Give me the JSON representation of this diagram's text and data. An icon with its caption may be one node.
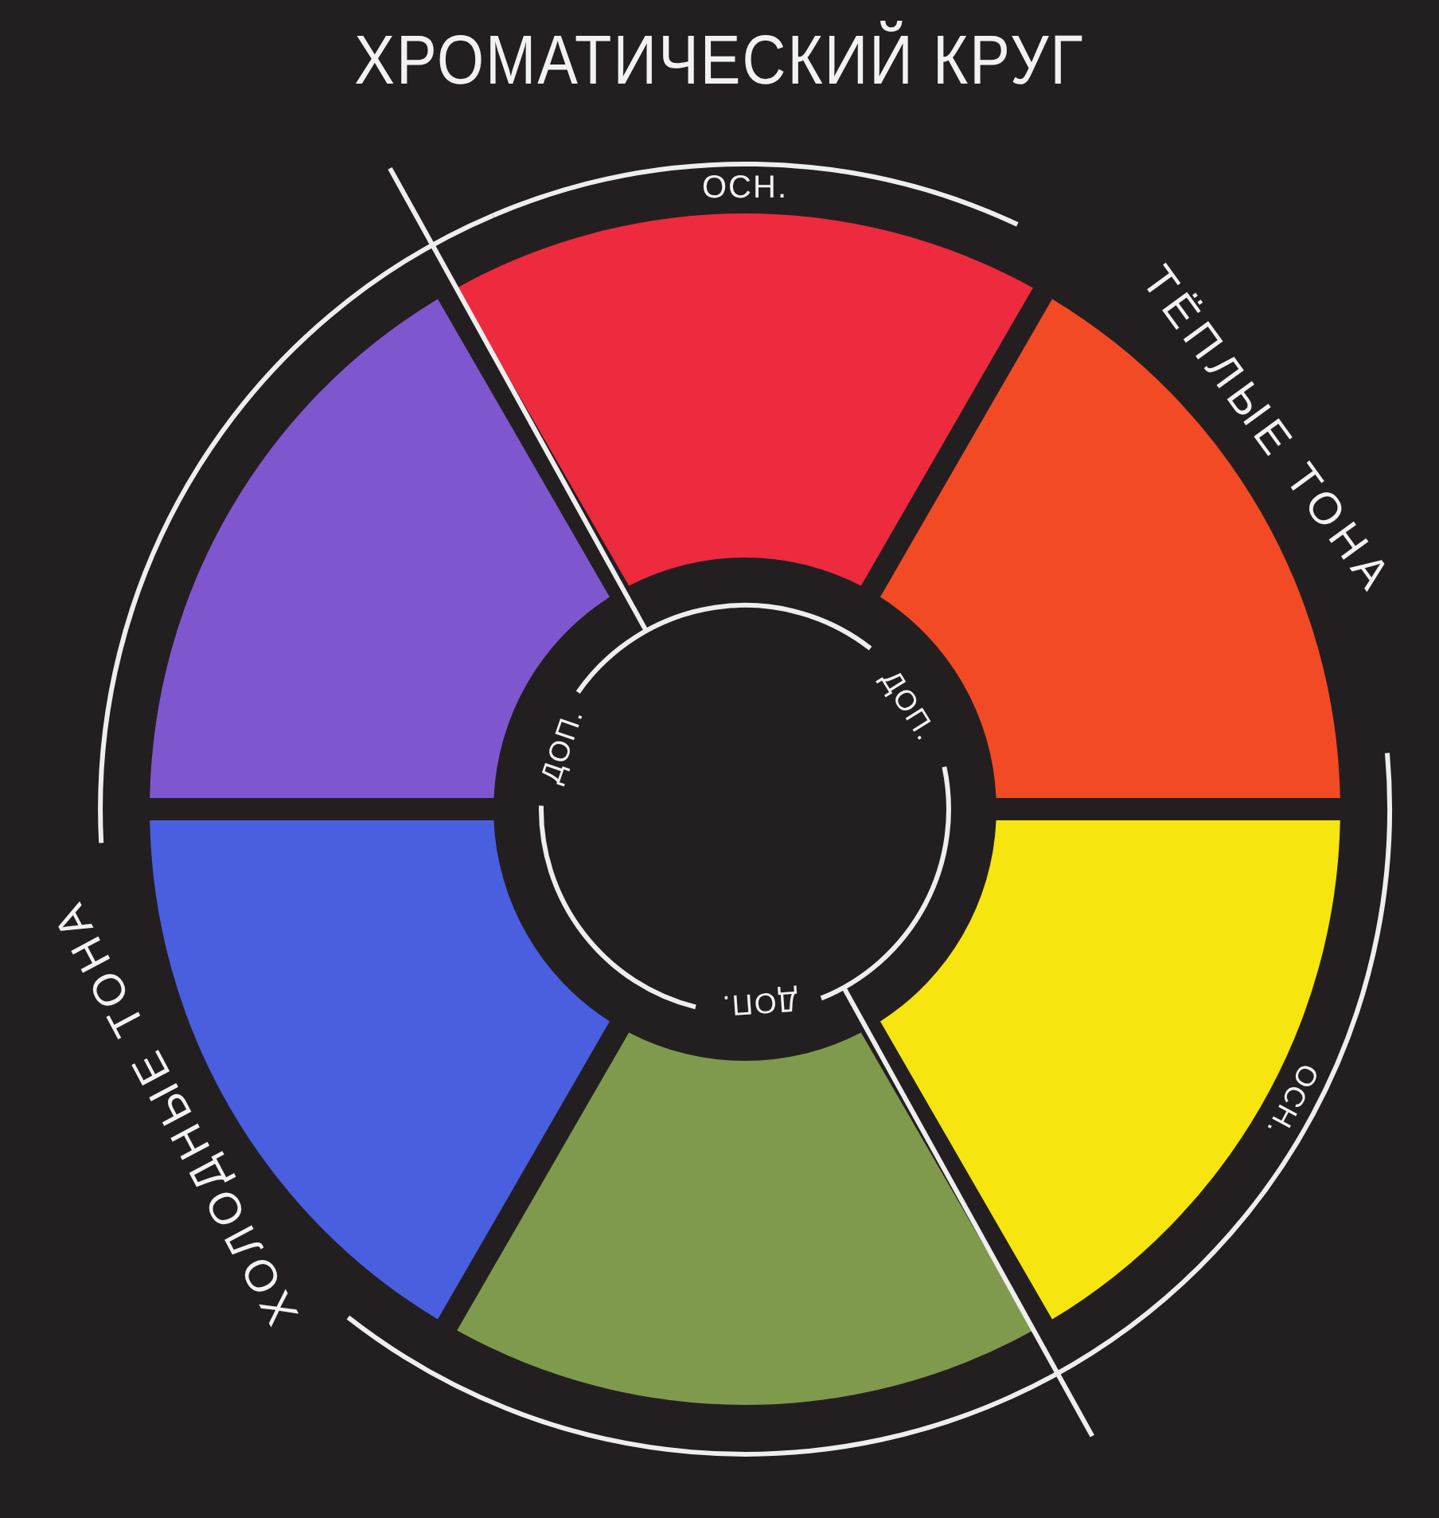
{
  "diagram": {
    "title": "ХРОМАТИЧЕСКИЙ КРУГ",
    "labels": [
      "ОСН.",
      "ТЁПЛЫЕ ТОНА",
      "ДОП.",
      "ДОП.",
      "ХОЛОДНЫЕ ТОНА",
      "ДОП.",
      "ОСН."
    ]
  }
}
